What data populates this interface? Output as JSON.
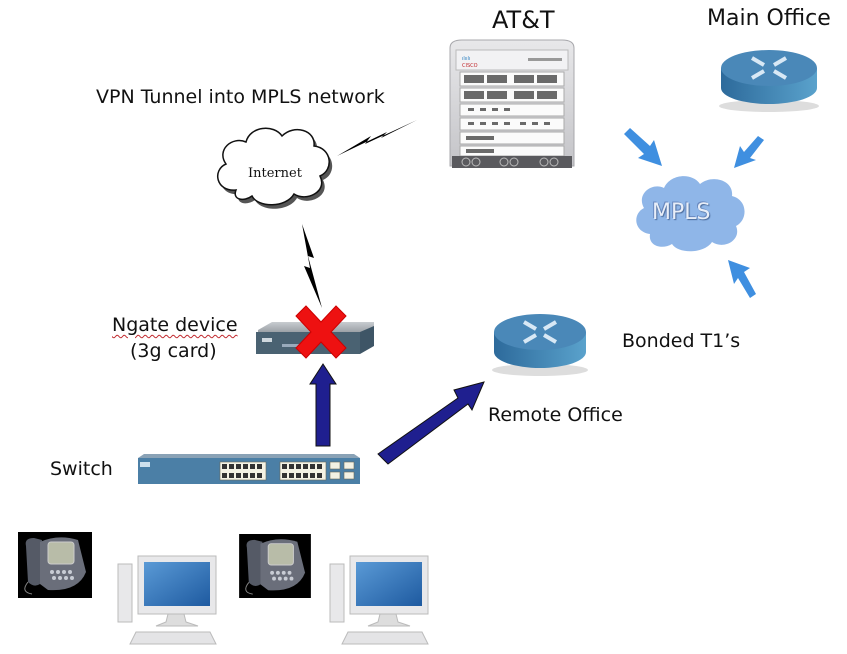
{
  "diagram": {
    "title": "VPN Tunnel into MPLS network",
    "colors": {
      "router_blue": "#3f7fae",
      "router_top": "#4f8fbe",
      "mpls_cloud": "#8fb6e8",
      "mpls_arrow": "#3f8fe0",
      "uplink_arrow": "#1f1f8f",
      "fail_cross": "#ee1111",
      "switch_blue": "#4b7fa6"
    },
    "nodes": {
      "att": {
        "label": "AT&T",
        "icon": "cisco-chassis-router",
        "brand": "cisco"
      },
      "main_office": {
        "label": "Main Office",
        "icon": "router"
      },
      "internet": {
        "label": "Internet",
        "icon": "cloud"
      },
      "mpls": {
        "label": "MPLS",
        "icon": "cloud"
      },
      "ngate": {
        "label_line1": "Ngate device",
        "label_line2": "(3g card)",
        "icon": "router-appliance",
        "status": "failed"
      },
      "remote_office": {
        "label": "Remote Office",
        "icon": "router"
      },
      "bonded": {
        "label": "Bonded T1’s"
      },
      "switch": {
        "label": "Switch",
        "icon": "ethernet-switch"
      },
      "endpoints": [
        {
          "type": "ip-phone"
        },
        {
          "type": "desktop-computer"
        },
        {
          "type": "ip-phone"
        },
        {
          "type": "desktop-computer"
        }
      ]
    },
    "links": [
      {
        "from": "internet",
        "to": "att",
        "type": "wireless-lightning"
      },
      {
        "from": "ngate",
        "to": "internet",
        "type": "wireless-lightning"
      },
      {
        "from": "switch",
        "to": "ngate",
        "type": "arrow",
        "status": "failed"
      },
      {
        "from": "switch",
        "to": "remote_office",
        "type": "arrow"
      },
      {
        "from": "att",
        "to": "mpls",
        "type": "arrow"
      },
      {
        "from": "main_office",
        "to": "mpls",
        "type": "arrow"
      },
      {
        "from": "remote_office",
        "to": "mpls",
        "type": "arrow"
      }
    ]
  }
}
